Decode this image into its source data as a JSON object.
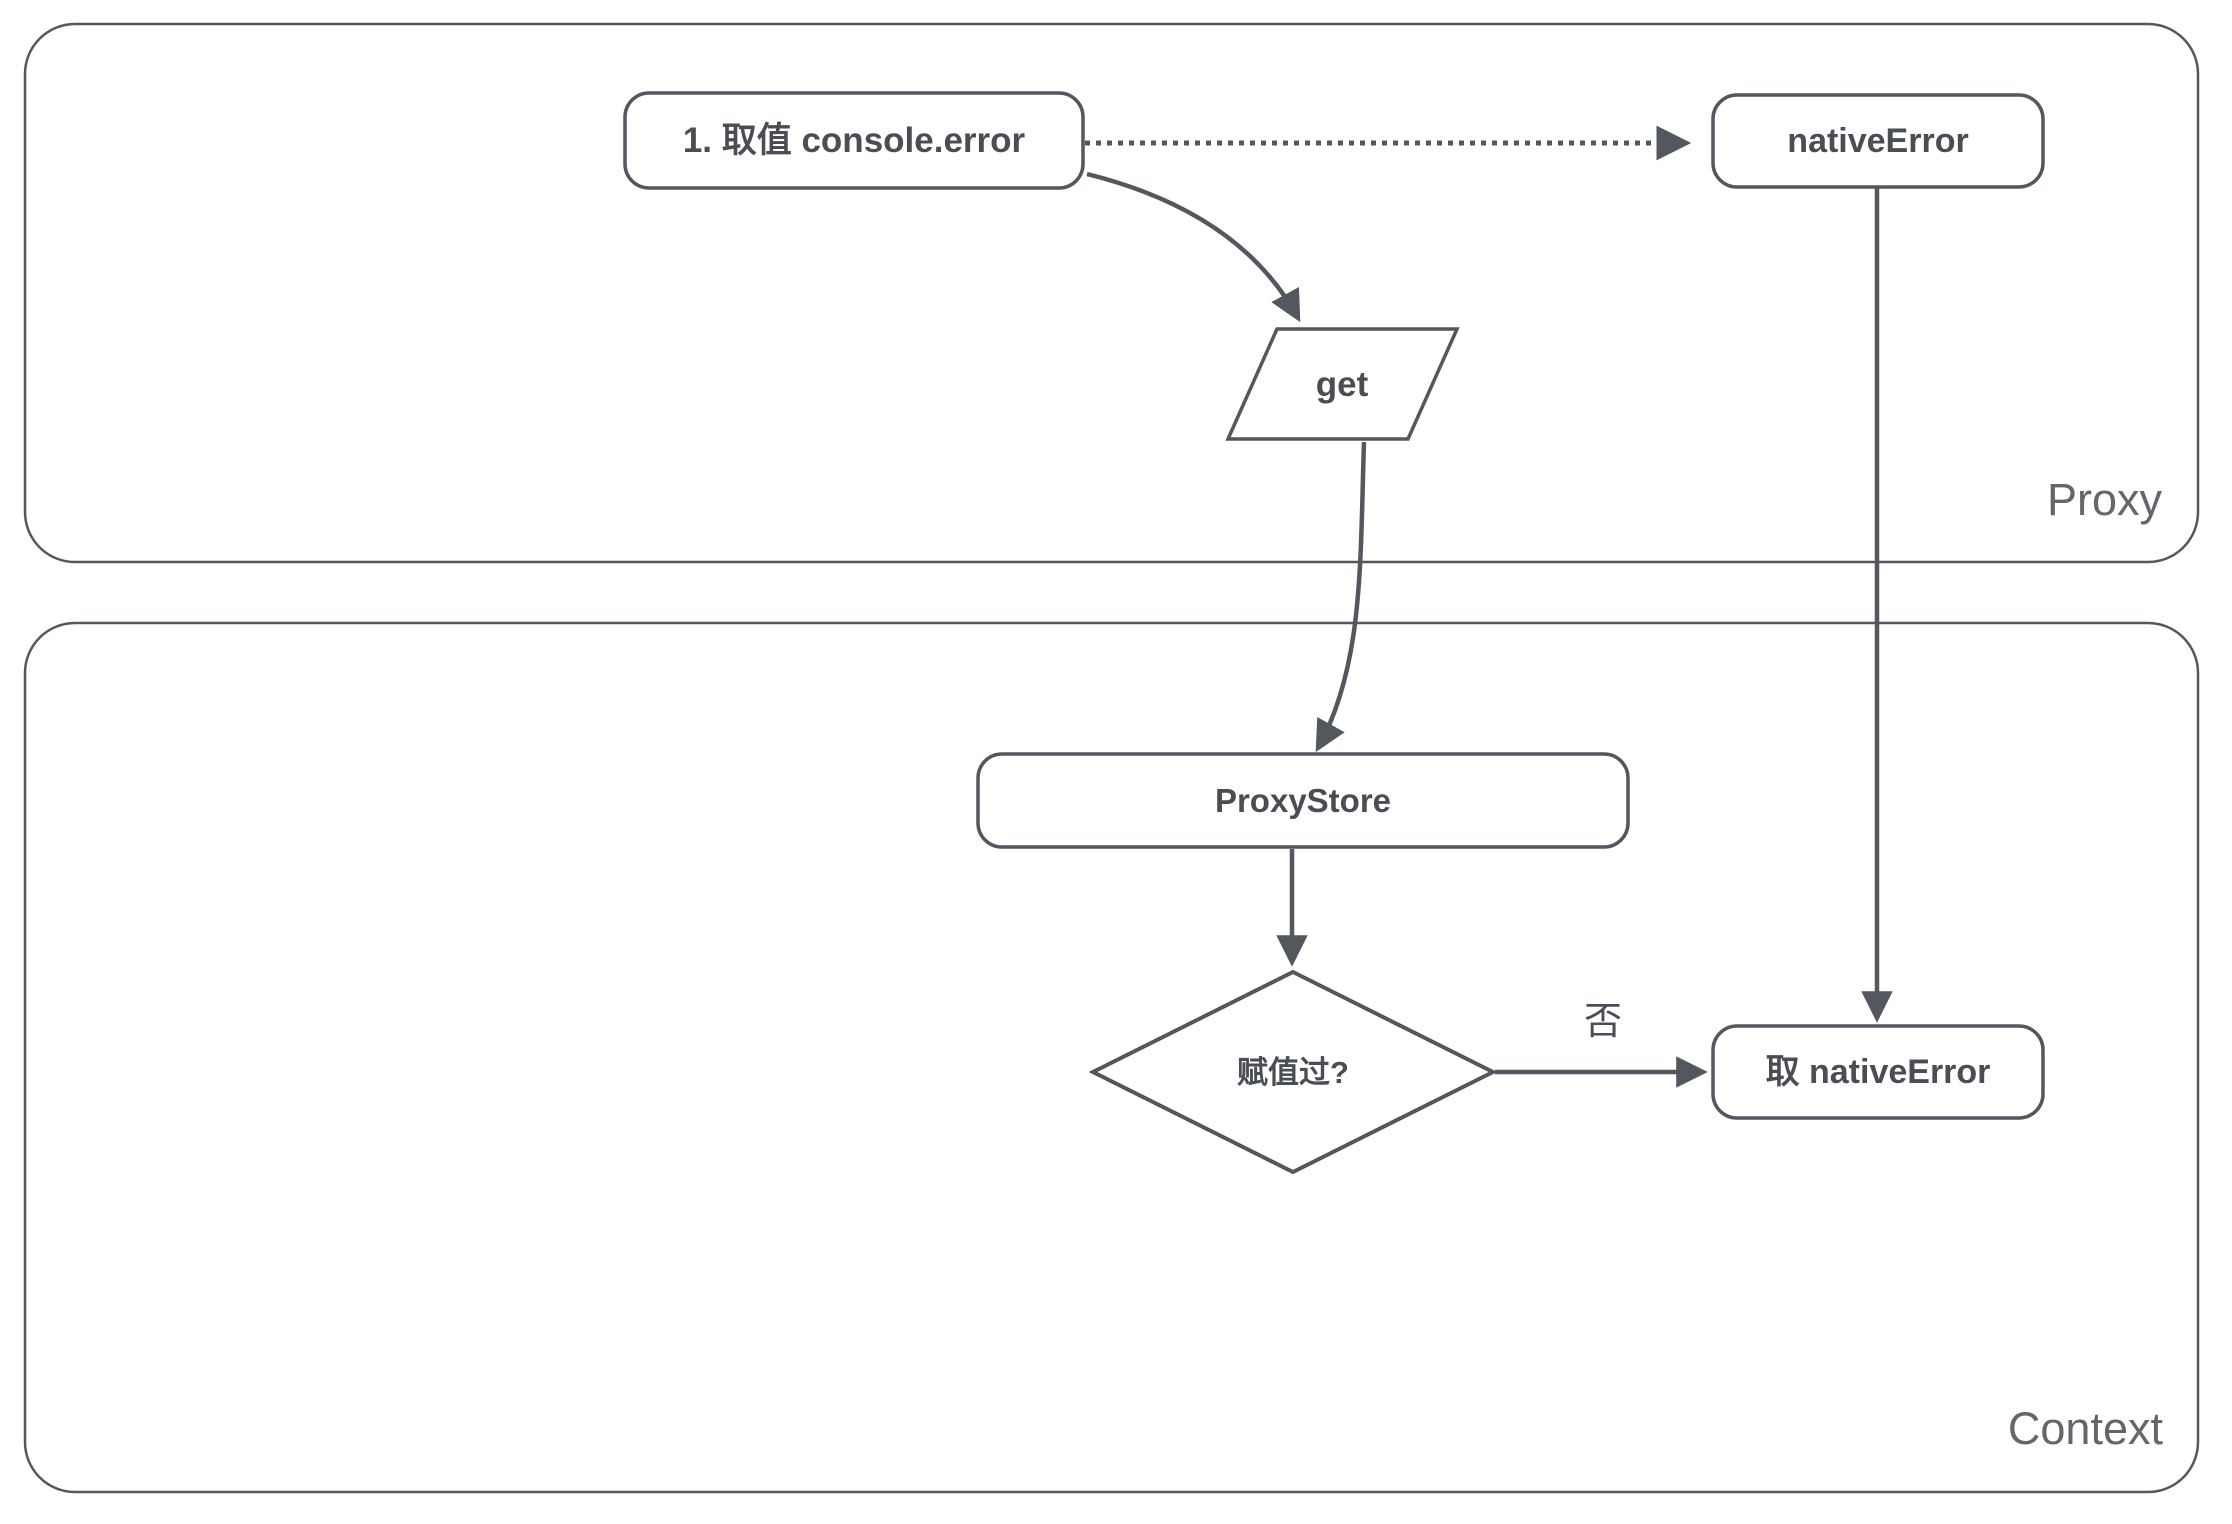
{
  "colors": {
    "stroke": "#53575E",
    "node_text": "#4A4E54",
    "container_label": "#63666B",
    "background": "#FFFFFF"
  },
  "containers": {
    "proxy": {
      "label": "Proxy"
    },
    "context": {
      "label": "Context"
    }
  },
  "nodes": {
    "step1": {
      "label": "1. 取值 console.error",
      "shape": "rounded-rect"
    },
    "native_error": {
      "label": "nativeError",
      "shape": "rounded-rect"
    },
    "get": {
      "label": "get",
      "shape": "parallelogram"
    },
    "proxy_store": {
      "label": "ProxyStore",
      "shape": "rounded-rect"
    },
    "assigned_check": {
      "label": "赋值过?",
      "shape": "diamond"
    },
    "get_native_error": {
      "label": "取 nativeError",
      "shape": "rounded-rect"
    }
  },
  "edges": {
    "step1_to_native_error": {
      "style": "dotted",
      "from": "step1",
      "to": "native_error"
    },
    "step1_to_get": {
      "style": "solid",
      "from": "step1",
      "to": "get"
    },
    "get_to_proxy_store": {
      "style": "solid",
      "from": "get",
      "to": "proxy_store"
    },
    "native_error_to_get_native_error": {
      "style": "solid",
      "from": "native_error",
      "to": "get_native_error"
    },
    "proxy_store_to_assigned_check": {
      "style": "solid",
      "from": "proxy_store",
      "to": "assigned_check"
    },
    "assigned_check_to_get_native_error": {
      "style": "solid",
      "label": "否",
      "from": "assigned_check",
      "to": "get_native_error"
    }
  }
}
